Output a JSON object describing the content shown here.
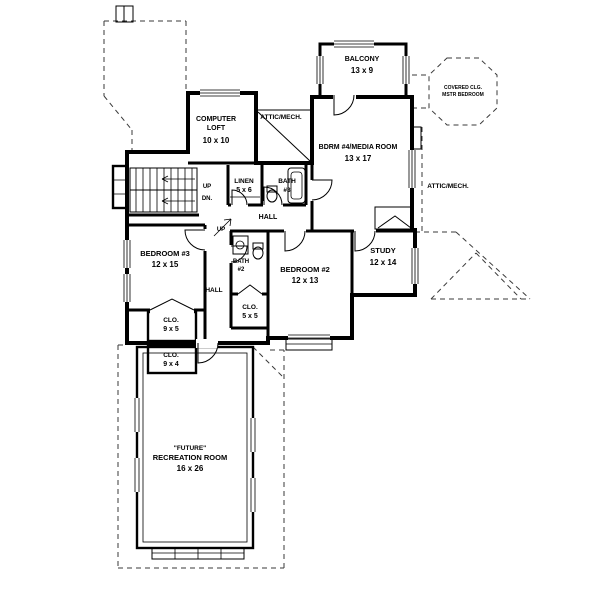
{
  "plan": {
    "colors": {
      "wall": "#000000",
      "roofline": "#3a3a3a",
      "background": "#ffffff"
    },
    "rooms": {
      "computer_loft": {
        "line1": "COMPUTER",
        "line2": "LOFT",
        "dims": "10 x 10"
      },
      "attic_mech_top": {
        "label": "ATTIC/MECH."
      },
      "balcony": {
        "label": "BALCONY",
        "dims": "13 x 9"
      },
      "media_room": {
        "label": "BDRM #4/MEDIA ROOM",
        "dims": "13 x 17"
      },
      "covered_deck": {
        "line1": "COVERED CLG.",
        "line2": "MSTR BEDROOM"
      },
      "attic_mech_right": {
        "label": "ATTIC/MECH."
      },
      "linen": {
        "label": "LINEN",
        "dims": "5 x 6"
      },
      "bath3": {
        "line1": "BATH",
        "line2": "#3"
      },
      "hall_upper": {
        "label": "HALL"
      },
      "bedroom3": {
        "label": "BEDROOM #3",
        "dims": "12 x 15"
      },
      "study": {
        "label": "STUDY",
        "dims": "12 x 14"
      },
      "bedroom2": {
        "label": "BEDROOM #2",
        "dims": "12 x 13"
      },
      "bath2": {
        "line1": "BATH",
        "line2": "#2"
      },
      "hall_lower": {
        "label": "HALL"
      },
      "closet_5x5": {
        "label": "CLO.",
        "dims": "5 x 5"
      },
      "closet_9x5": {
        "label": "CLO.",
        "dims": "9 x 5"
      },
      "closet_9x4": {
        "label": "CLO.",
        "dims": "9 x 4"
      },
      "recreation_room": {
        "line1": "\"FUTURE\"",
        "line2": "RECREATION ROOM",
        "dims": "16 x 26"
      }
    },
    "stairs": {
      "up": "UP",
      "down": "DN.",
      "up2": "UP"
    }
  }
}
